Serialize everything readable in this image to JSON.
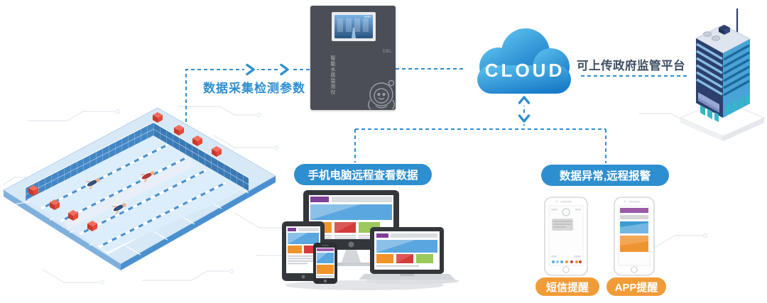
{
  "annotations": {
    "collect": "数据采集检测参数",
    "upload": "可上传政府监管平台"
  },
  "cloud": {
    "label": "CLOUD"
  },
  "device_panel": {
    "brand": "DBL",
    "side_label": "智能水质监测仪"
  },
  "pills": {
    "view": "手机电脑远程查看数据",
    "alarm": "数据异常,远程报警",
    "sms": "短信提醒",
    "app": "APP提醒"
  },
  "colors": {
    "accent_blue": "#2E8FD0",
    "pill_orange": "#F19C38",
    "cloud_blue_top": "#5EC3EE",
    "cloud_blue_bottom": "#1B7CC9",
    "dark_text": "#3D4F63",
    "panel_gray": "#4B4F55",
    "starting_block_red": "#E8483B",
    "pool_wall_blue": "#3F80C0",
    "deck_blue": "#D7E8F7"
  }
}
